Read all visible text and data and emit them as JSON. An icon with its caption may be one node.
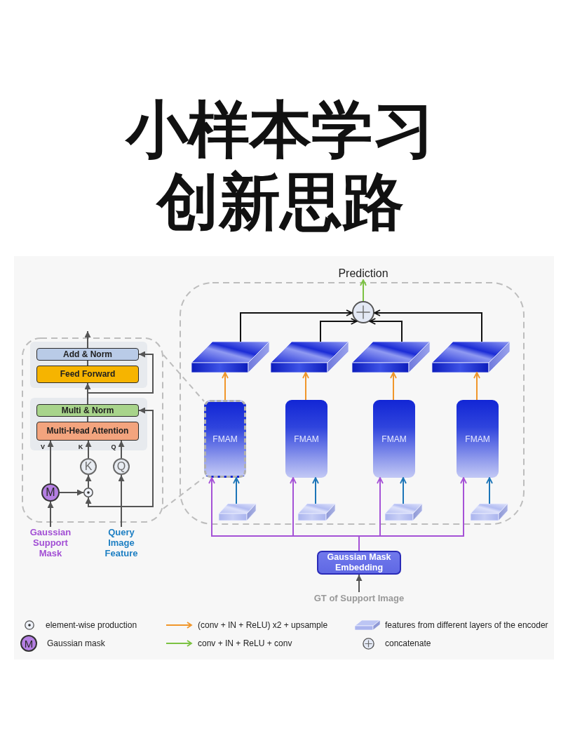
{
  "diagram": {
    "title": "小样本学习创新思路",
    "nodes": [
      {
        "text": [],
        "shape": "box"
      },
      {
        "text": [],
        "shape": "box",
        "in": 0
      },
      {
        "text": [
          "Add & Norm"
        ],
        "in": 1
      },
      {
        "text": [
          "Feed Forward"
        ],
        "in": 1
      },
      {
        "text": [],
        "shape": "box",
        "in": 0
      },
      {
        "text": [
          "Multi & Norm"
        ],
        "in": 4
      },
      {
        "text": [
          "Multi-Head Attention"
        ],
        "in": 4
      },
      {
        "text": [
          "K"
        ],
        "in": 0
      },
      {
        "text": [
          "Q"
        ],
        "in": 0
      },
      {
        "text": [
          "M"
        ],
        "in": 0
      },
      {
        "text": [],
        "shape": "circle",
        "in": 0
      },
      {
        "text": [
          "Gaussian Support Mask"
        ]
      },
      {
        "text": [
          "Query Image Feature"
        ]
      },
      {
        "text": [
          "Prediction"
        ]
      },
      {
        "text": [],
        "shape": "box"
      },
      {
        "text": [],
        "shape": "circle",
        "in": 14
      },
      {
        "text": [],
        "shape": "box",
        "in": 14
      },
      {
        "text": [],
        "shape": "box",
        "in": 14
      },
      {
        "text": [],
        "shape": "box",
        "in": 14
      },
      {
        "text": [],
        "shape": "box",
        "in": 14
      },
      {
        "text": [
          "FMAM"
        ],
        "in": 14
      },
      {
        "text": [
          "FMAM"
        ],
        "in": 14
      },
      {
        "text": [
          "FMAM"
        ],
        "in": 14
      },
      {
        "text": [
          "FMAM"
        ],
        "in": 14
      },
      {
        "text": [],
        "shape": "box",
        "in": 14
      },
      {
        "text": [],
        "shape": "box",
        "in": 14
      },
      {
        "text": [],
        "shape": "box",
        "in": 14
      },
      {
        "text": [],
        "shape": "box",
        "in": 14
      },
      {
        "text": [
          "Gaussian Mask Embedding"
        ]
      },
      {
        "text": [
          "GT of Support Image"
        ]
      }
    ],
    "edges": [
      {
        "from": 2,
        "to": null,
        "arrow": "to"
      },
      {
        "from": 3,
        "to": 2,
        "arrow": "none"
      },
      {
        "from": 5,
        "to": 3,
        "arrow": "to"
      },
      {
        "from": 5,
        "to": 2,
        "arrow": "to"
      },
      {
        "from": 6,
        "to": 5,
        "arrow": "none"
      },
      {
        "from": 9,
        "to": 6,
        "arrow": "to",
        "label": "V"
      },
      {
        "from": 7,
        "to": 6,
        "arrow": "to",
        "label": "K"
      },
      {
        "from": 8,
        "to": 6,
        "arrow": "to",
        "label": "Q"
      },
      {
        "from": 9,
        "to": 10,
        "arrow": "to"
      },
      {
        "from": 10,
        "to": 7,
        "arrow": "to"
      },
      {
        "from": 11,
        "to": 9,
        "arrow": "to"
      },
      {
        "from": 12,
        "to": 8,
        "arrow": "to"
      },
      {
        "from": 12,
        "to": 10,
        "arrow": "to"
      },
      {
        "from": 12,
        "to": 5,
        "arrow": "to"
      },
      {
        "from": 15,
        "to": 13,
        "arrow": "to",
        "color": "#7cc243"
      },
      {
        "from": 16,
        "to": 15,
        "arrow": "to",
        "color": "#111111"
      },
      {
        "from": 17,
        "to": 15,
        "arrow": "to",
        "color": "#111111"
      },
      {
        "from": 18,
        "to": 15,
        "arrow": "to",
        "color": "#111111"
      },
      {
        "from": 19,
        "to": 15,
        "arrow": "to",
        "color": "#111111"
      },
      {
        "from": 20,
        "to": 16,
        "arrow": "to",
        "color": "#f0962a"
      },
      {
        "from": 21,
        "to": 17,
        "arrow": "to",
        "color": "#f0962a"
      },
      {
        "from": 22,
        "to": 18,
        "arrow": "to",
        "color": "#f0962a"
      },
      {
        "from": 23,
        "to": 19,
        "arrow": "to",
        "color": "#f0962a"
      },
      {
        "from": 24,
        "to": 20,
        "arrow": "to",
        "color": "#1c75b8"
      },
      {
        "from": 25,
        "to": 21,
        "arrow": "to",
        "color": "#1c75b8"
      },
      {
        "from": 26,
        "to": 22,
        "arrow": "to",
        "color": "#1c75b8"
      },
      {
        "from": 27,
        "to": 23,
        "arrow": "to",
        "color": "#1c75b8"
      },
      {
        "from": 28,
        "to": 20,
        "arrow": "to",
        "color": "#a552d6"
      },
      {
        "from": 28,
        "to": 21,
        "arrow": "to",
        "color": "#a552d6"
      },
      {
        "from": 28,
        "to": 22,
        "arrow": "to",
        "color": "#a552d6"
      },
      {
        "from": 28,
        "to": 23,
        "arrow": "to",
        "color": "#a552d6"
      },
      {
        "from": 29,
        "to": 28,
        "arrow": "to"
      },
      {
        "from": 0,
        "to": 20,
        "arrow": "none",
        "style": "dashed",
        "color": "#bdbdbd"
      },
      {
        "from": 0,
        "to": 20,
        "arrow": "none",
        "style": "dashed",
        "color": "#bdbdbd"
      }
    ],
    "labels": [
      "M"
    ],
    "legend": [
      {
        "text": "element-wise production"
      },
      {
        "text": "(conv + IN + ReLU) x2 + upsample"
      },
      {
        "text": "features from different layers of the encoder"
      },
      {
        "text": "Gaussian mask"
      },
      {
        "text": "conv + IN + ReLU + conv"
      },
      {
        "text": "concatenate"
      }
    ]
  }
}
